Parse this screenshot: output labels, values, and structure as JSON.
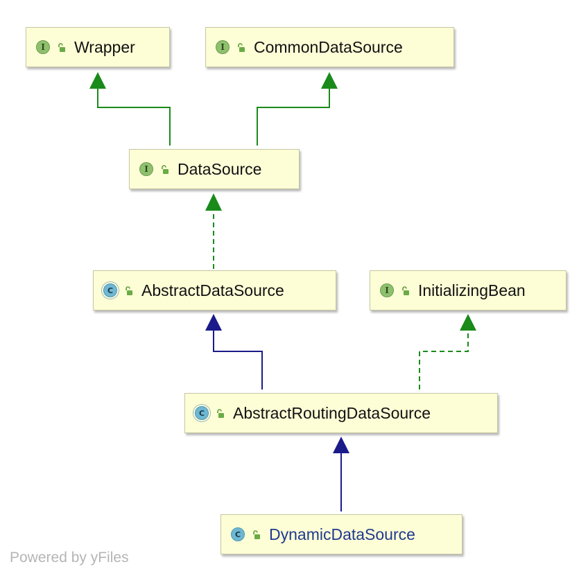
{
  "diagram": {
    "nodes": [
      {
        "id": "wrapper",
        "label": "Wrapper",
        "kind": "interface",
        "kind_glyph": "I"
      },
      {
        "id": "common-data-source",
        "label": "CommonDataSource",
        "kind": "interface",
        "kind_glyph": "I"
      },
      {
        "id": "data-source",
        "label": "DataSource",
        "kind": "interface",
        "kind_glyph": "I"
      },
      {
        "id": "abstract-data-source",
        "label": "AbstractDataSource",
        "kind": "abstract-class",
        "kind_glyph": "C"
      },
      {
        "id": "initializing-bean",
        "label": "InitializingBean",
        "kind": "interface",
        "kind_glyph": "I"
      },
      {
        "id": "abstract-routing-data-source",
        "label": "AbstractRoutingDataSource",
        "kind": "abstract-class",
        "kind_glyph": "C"
      },
      {
        "id": "dynamic-data-source",
        "label": "DynamicDataSource",
        "kind": "class",
        "kind_glyph": "C"
      }
    ],
    "edges": [
      {
        "from": "data-source",
        "to": "wrapper",
        "relation": "extends"
      },
      {
        "from": "data-source",
        "to": "common-data-source",
        "relation": "extends"
      },
      {
        "from": "abstract-data-source",
        "to": "data-source",
        "relation": "implements"
      },
      {
        "from": "abstract-routing-data-source",
        "to": "abstract-data-source",
        "relation": "extends"
      },
      {
        "from": "abstract-routing-data-source",
        "to": "initializing-bean",
        "relation": "implements"
      },
      {
        "from": "dynamic-data-source",
        "to": "abstract-routing-data-source",
        "relation": "extends"
      }
    ],
    "colors": {
      "interface_edge": "#1a8a1a",
      "class_edge": "#1a1a8a",
      "node_fill": "#fdfdd6",
      "interface_icon": "#8fc06e",
      "class_icon": "#6fb7d2",
      "highlight_label": "#1f3a8f"
    }
  },
  "footer": {
    "text": "Powered by yFiles"
  }
}
